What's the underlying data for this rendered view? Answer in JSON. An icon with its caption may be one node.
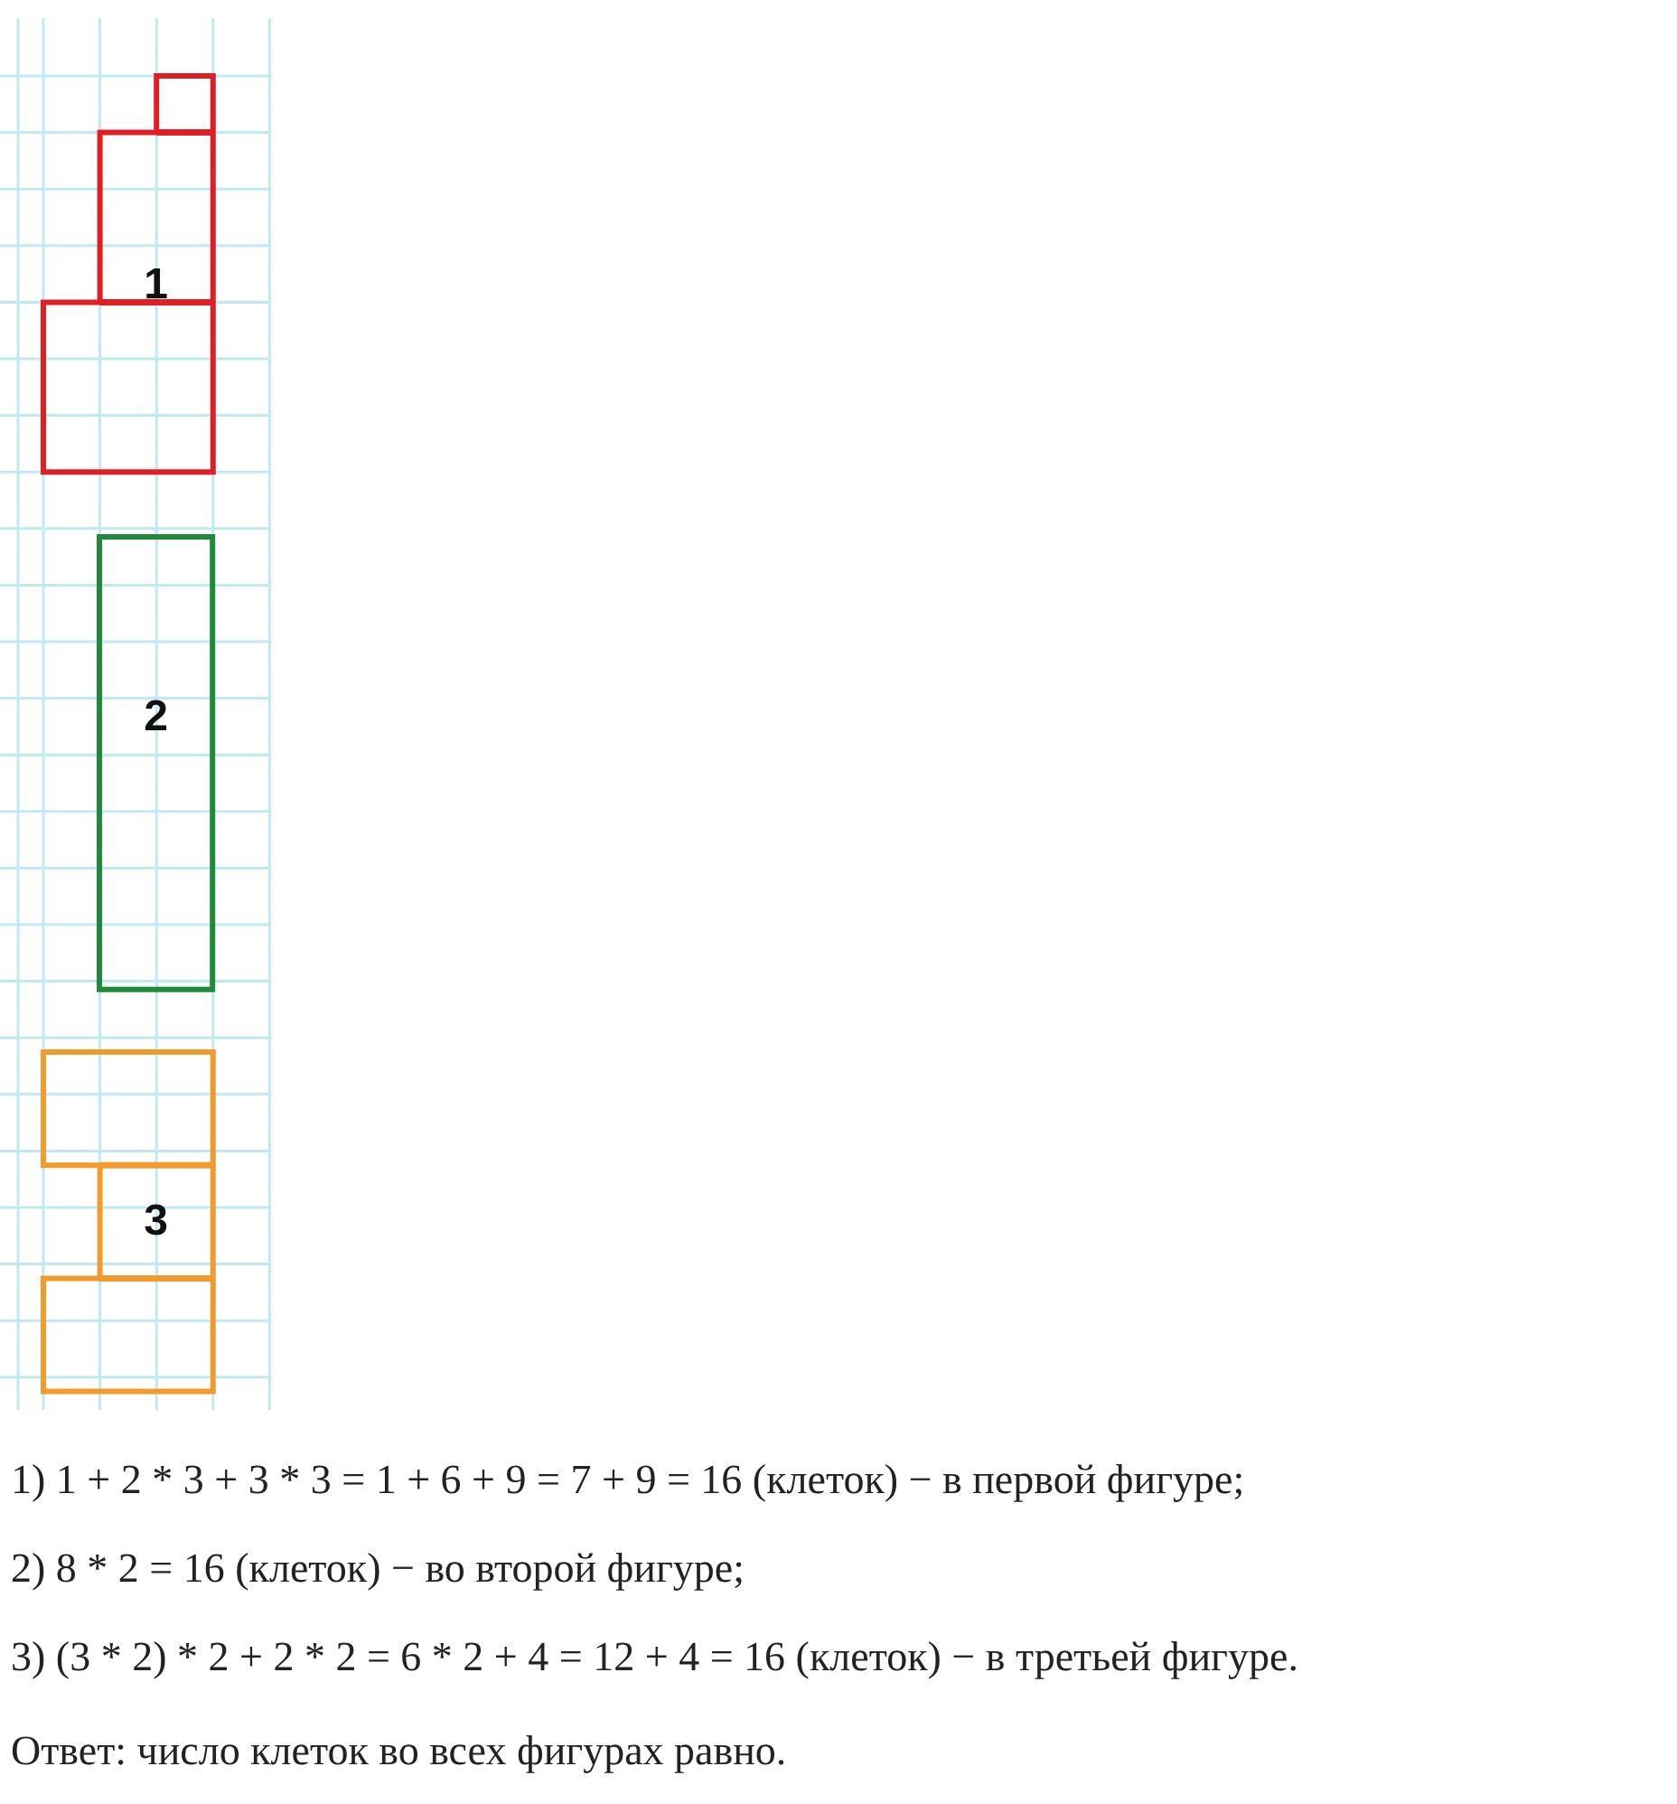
{
  "diagram": {
    "nodes": [
      {
        "text": [
          "1"
        ]
      },
      {
        "text": [
          "2"
        ]
      },
      {
        "text": [
          "3"
        ]
      }
    ],
    "labels": [
      "1) 1 + 2 * 3 + 3 * 3 = 1 + 6 + 9 = 7 + 9 = 16 (клеток) − в первой фигуре;",
      "2) 8 * 2 = 16 (клеток) − во второй фигуре;",
      "3) (3 * 2) * 2 + 2 * 2 = 6 * 2 + 4 = 12 + 4 = 16 (клеток) − в третьей фигуре.",
      "Ответ: число клеток во всех фигурах равно."
    ]
  }
}
